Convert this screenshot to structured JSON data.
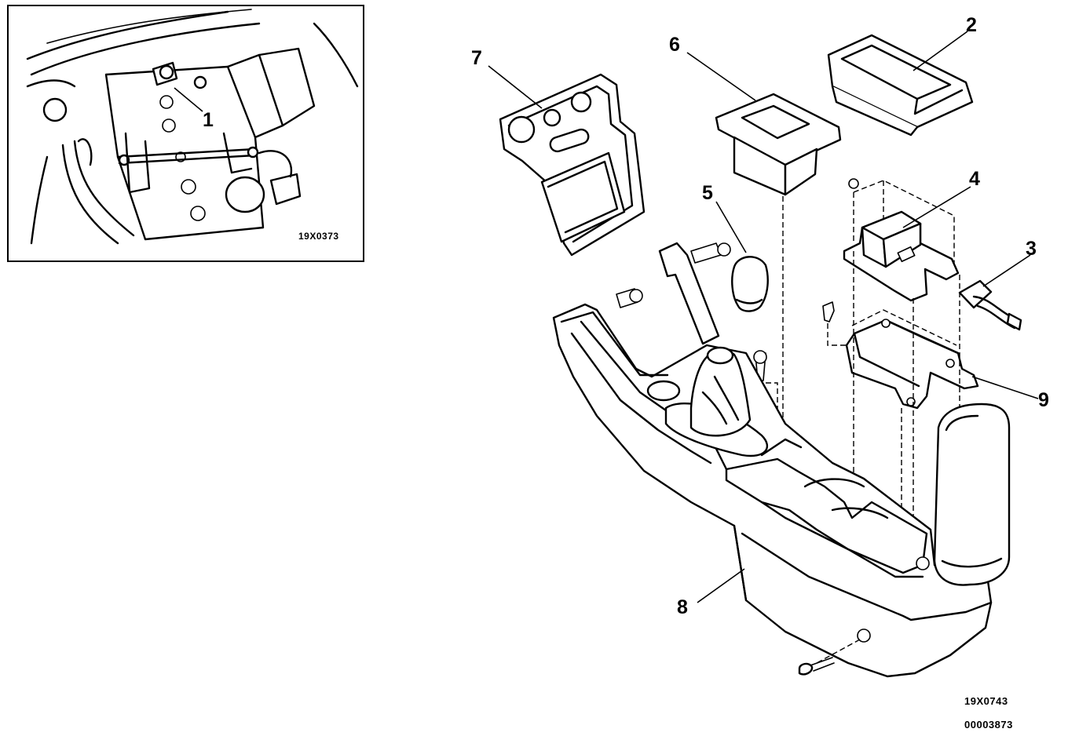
{
  "inset": {
    "callout": "1",
    "figure_code": "19X0373"
  },
  "main": {
    "callouts": {
      "c1": "2",
      "c2": "3",
      "c3": "4",
      "c4": "5",
      "c5": "6",
      "c6": "7",
      "c7": "8",
      "c8": "9"
    },
    "figure_code": "19X0743",
    "document_number": "00003873"
  }
}
